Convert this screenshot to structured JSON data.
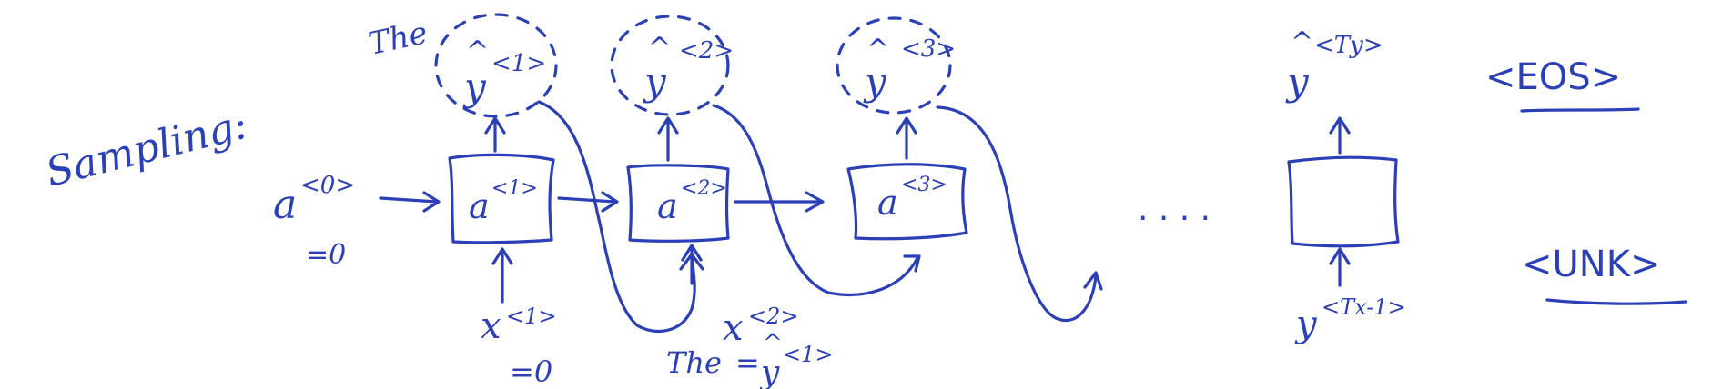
{
  "title": "Sampling:",
  "initial_state": {
    "label": "a",
    "superscript": "<0>",
    "value": "=0"
  },
  "cells": [
    {
      "label": "a",
      "superscript": "<1>",
      "output_hat": "^",
      "output": "y",
      "output_superscript": "<1>",
      "input": "x",
      "input_superscript": "<1>",
      "input_note": "=0",
      "sampled_word": "The"
    },
    {
      "label": "a",
      "superscript": "<2>",
      "output_hat": "^",
      "output": "y",
      "output_superscript": "<2>",
      "input": "x",
      "input_superscript": "<2>"
    },
    {
      "label": "a",
      "superscript": "<3>",
      "output_hat": "^",
      "output": "y",
      "output_superscript": "<3>"
    }
  ],
  "feed_note": {
    "word": "The",
    "equals": "=",
    "symbol": "y",
    "hat": "^",
    "superscript": "<1>"
  },
  "ellipsis": "· · · ·",
  "final_cell": {
    "output_hat": "^",
    "output": "y",
    "output_superscript": "<Ty>",
    "input": "y",
    "input_superscript": "<Tx-1>"
  },
  "tokens": {
    "eos": "<EOS>",
    "unk": "<UNK>"
  }
}
